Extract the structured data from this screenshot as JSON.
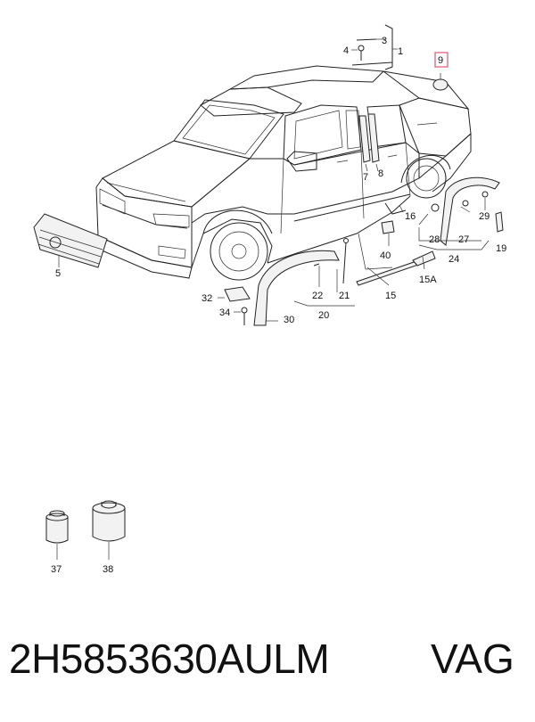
{
  "callouts": {
    "c1": "1",
    "c3": "3",
    "c4": "4",
    "c5": "5",
    "c7": "7",
    "c8": "8",
    "c9": "9",
    "c15": "15",
    "c15a": "15A",
    "c16": "16",
    "c19": "19",
    "c20": "20",
    "c21": "21",
    "c22": "22",
    "c24": "24",
    "c27": "27",
    "c28": "28",
    "c29": "29",
    "c30": "30",
    "c32": "32",
    "c34": "34",
    "c37": "37",
    "c38": "38",
    "c40": "40"
  },
  "highlight_color": "#e0607a",
  "footer": {
    "part_number": "2H5853630AULM",
    "brand": "VAG"
  }
}
